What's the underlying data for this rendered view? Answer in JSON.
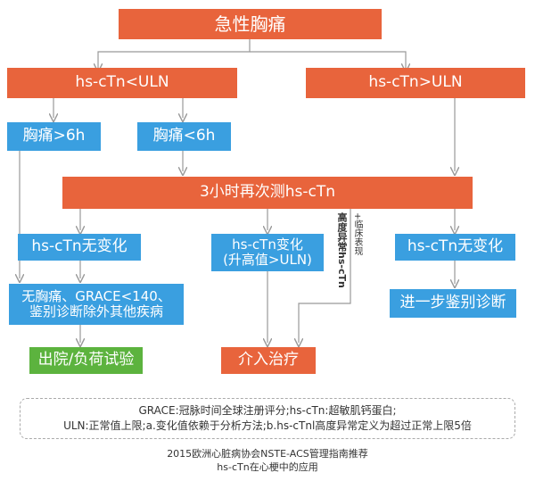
{
  "title": "急性胸痛",
  "branches": {
    "low": "hs-cTn<ULN",
    "high": "hs-cTn>ULN"
  },
  "pain_over_6h": "胸痛>6h",
  "pain_under_6h": "胸痛<6h",
  "retest": "3小时再次测hs-cTn",
  "no_change_left": "hs-cTn无变化",
  "change_line1": "hs-cTn变化",
  "change_line2": "(升高值>ULN)",
  "no_change_right": "hs-cTn无变化",
  "no_pain_line1": "无胸痛、GRACE<140、",
  "no_pain_line2": "鉴别诊断除外其他疾病",
  "discharge": "出院/负荷试验",
  "intervention": "介入治疗",
  "further_dx": "进一步鉴别诊断",
  "side_label_bold": "高度异常hs-cTn",
  "side_label_plus": "+临床表现",
  "notes": {
    "line1": "GRACE:冠脉时间全球注册评分;hs-cTn:超敏肌钙蛋白;",
    "line2": "ULN:正常值上限;a.变化值依赖于分析方法;b.hs-cTnl高度异常定义为超过正常上限5倍"
  },
  "source": {
    "line1": "2015欧洲心脏病协会NSTE-ACS管理指南推荐",
    "line2": "hs-cTn在心梗中的应用"
  },
  "colors": {
    "orange": "#e8643c",
    "blue": "#3a9fe0",
    "green": "#5cb33e",
    "line": "#999999"
  }
}
